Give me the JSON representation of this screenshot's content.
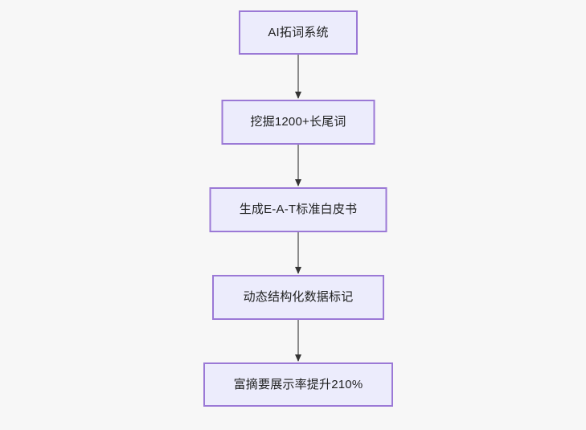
{
  "diagram": {
    "type": "flowchart",
    "direction": "top-to-bottom",
    "background_color": "#f7f7f7",
    "node_fill_color": "#ececfc",
    "node_border_color": "#9b79d6",
    "node_text_color": "#1f2020",
    "edge_color": "#707070",
    "arrowhead_color": "#333333",
    "nodes": [
      {
        "id": "n0",
        "label": "AI拓词系统"
      },
      {
        "id": "n1",
        "label": "挖掘1200+长尾词"
      },
      {
        "id": "n2",
        "label": "生成E-A-T标准白皮书"
      },
      {
        "id": "n3",
        "label": "动态结构化数据标记"
      },
      {
        "id": "n4",
        "label": "富摘要展示率提升210%"
      }
    ],
    "edges": [
      {
        "from": "n0",
        "to": "n1",
        "label": "",
        "style": "solid-arrow"
      },
      {
        "from": "n1",
        "to": "n2",
        "label": "",
        "style": "solid-arrow"
      },
      {
        "from": "n2",
        "to": "n3",
        "label": "",
        "style": "solid-arrow"
      },
      {
        "from": "n3",
        "to": "n4",
        "label": "",
        "style": "solid-arrow"
      }
    ]
  }
}
